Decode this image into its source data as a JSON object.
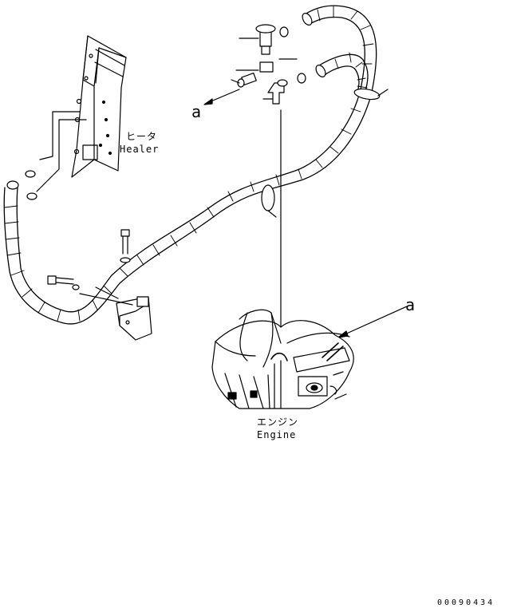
{
  "labels": {
    "heater_jp": "ヒータ",
    "heater_en": "Healer",
    "engine_jp": "エンジン",
    "engine_en": "Engine",
    "view_ref_top": "a",
    "view_ref_right": "a"
  },
  "document_number": "00090434"
}
